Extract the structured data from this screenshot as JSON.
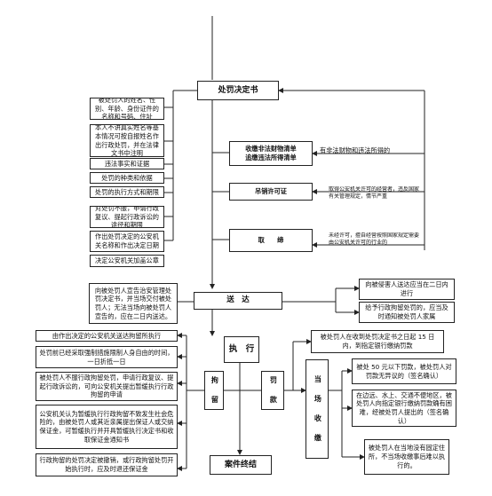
{
  "main_flow": {
    "decision": "处罚决定书",
    "delivery": "送　达",
    "execution": "执　行",
    "case_end": "案件终结"
  },
  "decision_contents": [
    "被处罚人的姓名、性别、年龄、身份证件的名称和号码、住址",
    "本人不讲真实姓名等基本情况可按自报姓名作出行政处罚，并在法律文书中注明",
    "违法事实和证据",
    "处罚的种类和依据",
    "处罚的执行方式和期限",
    "对处罚不服，申请行政复议、提起行政诉讼的途径和期限",
    "作出处罚决定的公安机关名称和作出决定日期",
    "决定公安机关加盖公章"
  ],
  "right_actions": {
    "confiscate": "收缴非法财物清单\n追缴违法所得清单",
    "confiscate_note": "有非法财物和违法所得的",
    "revoke": "吊销许可证",
    "revoke_note": "取得公安机关许可的经营者，违反国家有关管理规定，情节严重",
    "ban": "取　　缔",
    "ban_note": "未经许可，擅自经营按照国家规定需要由公安机关许可的行业的"
  },
  "delivery_notes": {
    "left": "向被处罚人宣告治安管理处罚决定书，并当场交付被处罚人；无法当场向被处罚人宣告的，应在二日内送达。",
    "right_top": "向被侵害人送达应当在二日内进行",
    "right_bottom": "给予行政拘留处罚的，应当及时通知被处罚人家属"
  },
  "detention": {
    "label": "拘　留",
    "items": [
      "由作出决定的公安机关送达拘留所执行",
      "处罚前已经采取强制措施限制人身自由的时间，一日折抵一日",
      "被处罚人不服行政拘留处罚，申请行政复议、提起行政诉讼的，可向公安机关提出暂缓执行行政拘留的申请",
      "公安机关认为暂缓执行行政拘留不致发生社会危险的，由被处罚人或其近亲属提出保证人或交纳保证金，可暂缓执行并开具暂缓执行决定书和收取保证金通知书",
      "行政拘留的处罚决定被撤销，或行政拘留处罚开始执行时，应及时退还保证金"
    ]
  },
  "fine": {
    "label": "罚　款",
    "bank_note": "被处罚人在收到处罚决定书之日起 15 日内，到指定银行缴纳罚款",
    "onsite_label": "当　场　收　缴",
    "items": [
      "被处 50 元以下罚款，被处罚人对罚款无异议的（签名确认）",
      "在边远、水上、交通不便地区，被处罚人向指定银行缴纳罚款确有困难，经被处罚人提出的（签名确认）",
      "被处罚人在当地没有固定住所，不当场收缴事后难以执行的。"
    ]
  }
}
